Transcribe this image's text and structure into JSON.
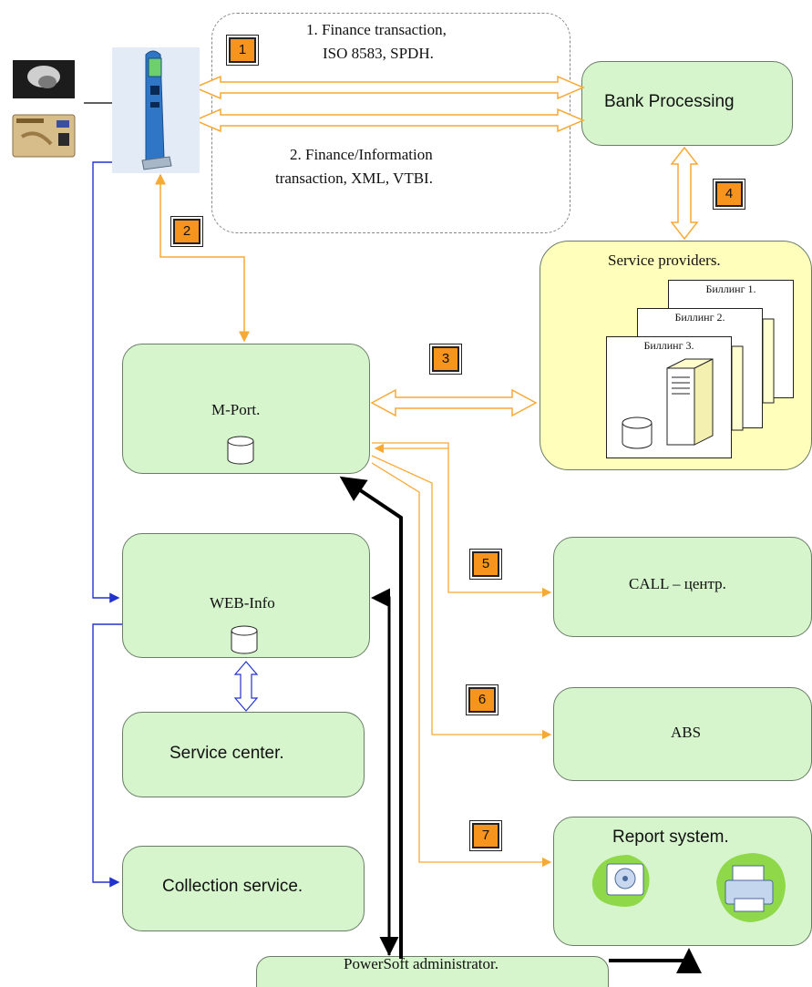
{
  "transactions": {
    "line1": "1. Finance transaction,",
    "line2": "ISO 8583, SPDH.",
    "line3": "2. Finance/Information",
    "line4": "transaction, XML, VTBI."
  },
  "nodes": {
    "bank": "Bank Processing",
    "providers": "Service providers.",
    "billing": [
      "Биллинг 1.",
      "Биллинг 2.",
      "Биллинг 3."
    ],
    "mport": "M-Port.",
    "webinfo": "WEB-Info",
    "service_center": "Service center.",
    "collection": "Collection service.",
    "call": "CALL – центр.",
    "abs": "ABS",
    "report": "Report system.",
    "admin": "PowerSoft administrator."
  },
  "markers": [
    "1",
    "2",
    "3",
    "4",
    "5",
    "6",
    "7"
  ],
  "colors": {
    "box_fill": "#d6f5cc",
    "provider_fill": "#ffffbb",
    "marker_fill": "#f7941d",
    "link_orange": "#f7a935",
    "link_blue": "#2233cc",
    "link_black": "#000000"
  }
}
